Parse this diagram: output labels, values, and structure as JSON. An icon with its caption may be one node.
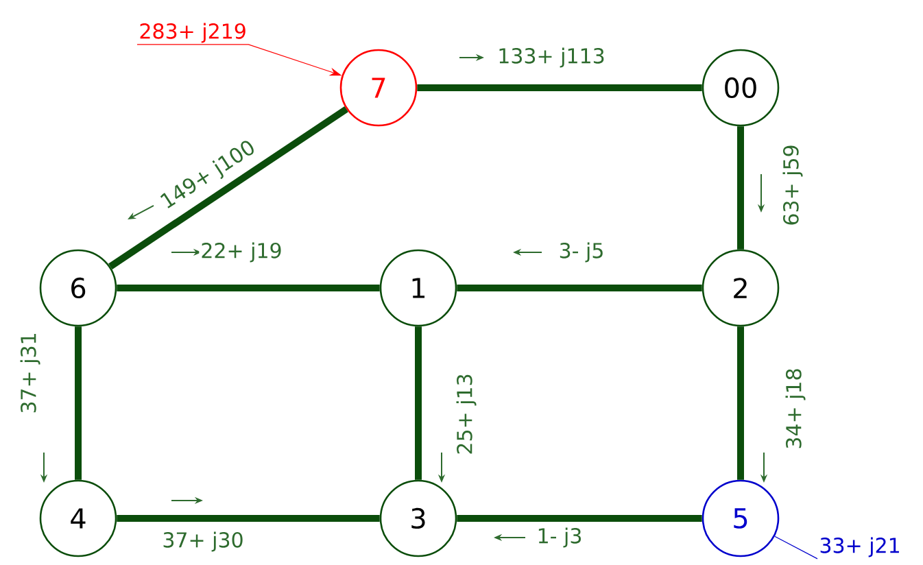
{
  "diagram": {
    "nodes": [
      {
        "text": [
          "283+ j219"
        ]
      },
      {
        "text": [
          "7"
        ]
      },
      {
        "text": [
          "00"
        ]
      },
      {
        "text": [
          "6"
        ]
      },
      {
        "text": [
          "1"
        ]
      },
      {
        "text": [
          "2"
        ]
      },
      {
        "text": [
          "4"
        ]
      },
      {
        "text": [
          "3"
        ]
      },
      {
        "text": [
          "5"
        ]
      },
      {
        "text": [
          "33+ j21"
        ]
      }
    ],
    "edges": [
      {
        "from": 0,
        "to": 1,
        "arrow": "to",
        "color": "#ff0000"
      },
      {
        "from": 1,
        "to": 2,
        "arrow": "none",
        "label": "133+ j113"
      },
      {
        "from": 2,
        "to": 5,
        "arrow": "none",
        "label": "63+ j59"
      },
      {
        "from": 1,
        "to": 3,
        "arrow": "none",
        "label": "149+ j100"
      },
      {
        "from": 3,
        "to": 4,
        "arrow": "none",
        "label": "22+ j19"
      },
      {
        "from": 4,
        "to": 5,
        "arrow": "none",
        "label": "3- j5"
      },
      {
        "from": 3,
        "to": 6,
        "arrow": "none",
        "label": "37+ j31"
      },
      {
        "from": 4,
        "to": 7,
        "arrow": "none",
        "label": "25+ j13"
      },
      {
        "from": 5,
        "to": 8,
        "arrow": "none",
        "label": "34+ j18"
      },
      {
        "from": 6,
        "to": 7,
        "arrow": "none",
        "label": "37+ j30"
      },
      {
        "from": 7,
        "to": 8,
        "arrow": "none",
        "label": "1- j3"
      },
      {
        "from": 9,
        "to": 8,
        "arrow": "none",
        "color": "#0000cc"
      }
    ]
  }
}
